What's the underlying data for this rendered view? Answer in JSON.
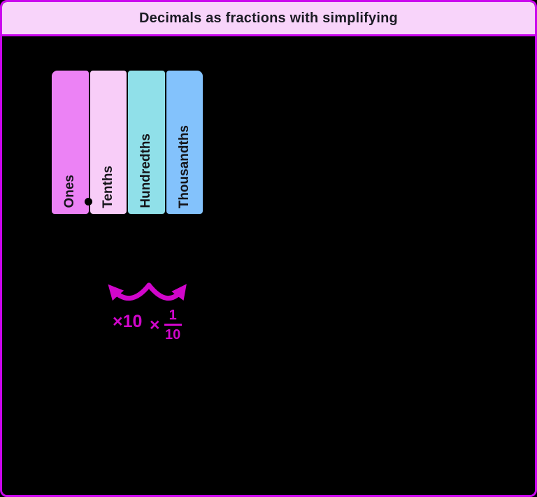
{
  "header": {
    "title": "Decimals as fractions with simplifying"
  },
  "colors": {
    "frame_border": "#cb06ee",
    "header_bg": "#f8d4fa",
    "header_text": "#1b1b24",
    "content_bg": "#000000",
    "arrow": "#d106cb",
    "decimal_point": "#000000"
  },
  "place_value_chart": {
    "columns": [
      {
        "label": "Ones",
        "color": "#ec82f5"
      },
      {
        "label": "Tenths",
        "color": "#f8cdf8"
      },
      {
        "label": "Hundredths",
        "color": "#90e0e9"
      },
      {
        "label": "Thousandths",
        "color": "#83c2fc"
      }
    ],
    "decimal_point_shown": true
  },
  "arrows": {
    "left_label": "×10",
    "right_label": {
      "times": "×",
      "numerator": "1",
      "denominator": "10"
    }
  }
}
